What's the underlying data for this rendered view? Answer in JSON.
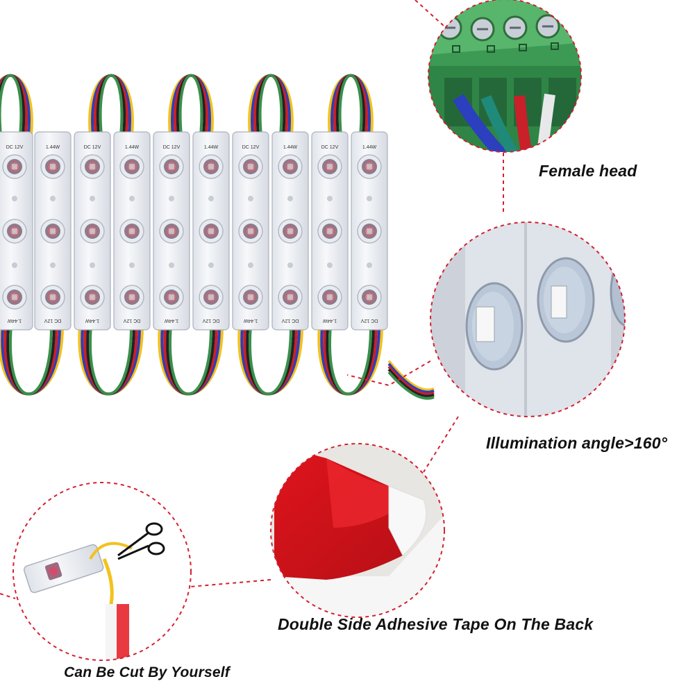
{
  "captions": {
    "female_head": "Female head",
    "illumination": "Illumination angle>160°",
    "adhesive": "Double Side Adhesive Tape On The Back",
    "cut": "Can Be Cut By Yourself"
  },
  "module": {
    "voltage_label": "DC 12V",
    "power_label": "1.44W"
  },
  "colors": {
    "dash": "#d32030",
    "terminal_green": "#3c9a55",
    "tape_red": "#d9141d",
    "module_white": "#f4f5f7",
    "wire_yellow": "#f2c21d",
    "wire_blue": "#2b3fbf",
    "wire_red": "#c9202a",
    "wire_black": "#222222"
  }
}
